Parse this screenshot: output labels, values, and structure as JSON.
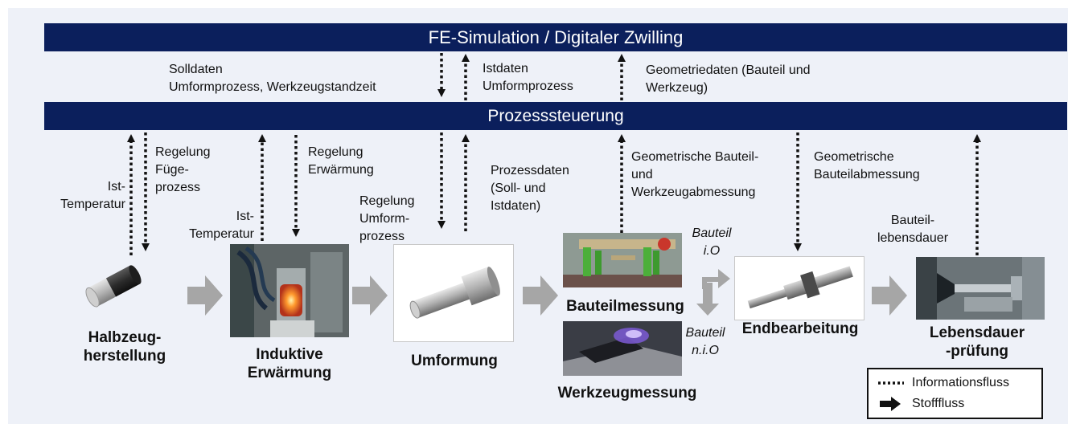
{
  "colors": {
    "bar_background": "#0b1f5c",
    "bar_text": "#ffffff",
    "panel_background": "#eef1f8",
    "flow_arrow": "#a6a6a6",
    "info_arrow": "#111111"
  },
  "bars": {
    "top": "FE-Simulation / Digitaler Zwilling",
    "middle": "Prozesssteuerung"
  },
  "labels": {
    "solldaten": "Solldaten\nUmformprozess, Werkzeugstandzeit",
    "istdaten": "Istdaten\nUmformprozess",
    "geometriedaten": "Geometriedaten (Bauteil und\nWerkzeug)",
    "ist_temperatur_1": "Ist-\nTemperatur",
    "regelung_fuegeprozess": "Regelung\nFüge-\nprozess",
    "ist_temperatur_2": "Ist-\nTemperatur",
    "regelung_erwaermung": "Regelung\nErwärmung",
    "regelung_umformprozess": "Regelung\nUmform-\nprozess",
    "prozessdaten": "Prozessdaten\n(Soll- und\nIstdaten)",
    "geometrische_bauteil_werkzeug": "Geometrische Bauteil-\nund\nWerkzeugabmessung",
    "geometrische_bauteilabmessung": "Geometrische\nBauteilabmessung",
    "bauteillebensdauer": "Bauteil-\nlebensdauer",
    "bauteil_io": "Bauteil\ni.O",
    "bauteil_nio": "Bauteil\nn.i.O"
  },
  "stages": {
    "halbzeug": "Halbzeug-\nherstellung",
    "induktive": "Induktive\nErwärmung",
    "umformung": "Umformung",
    "bauteilmessung": "Bauteilmessung",
    "werkzeugmessung": "Werkzeugmessung",
    "endbearbeitung": "Endbearbeitung",
    "lebensdauer": "Lebensdauer\n-prüfung"
  },
  "legend": {
    "info": "Informationsfluss",
    "stoff": "Stofffluss"
  }
}
